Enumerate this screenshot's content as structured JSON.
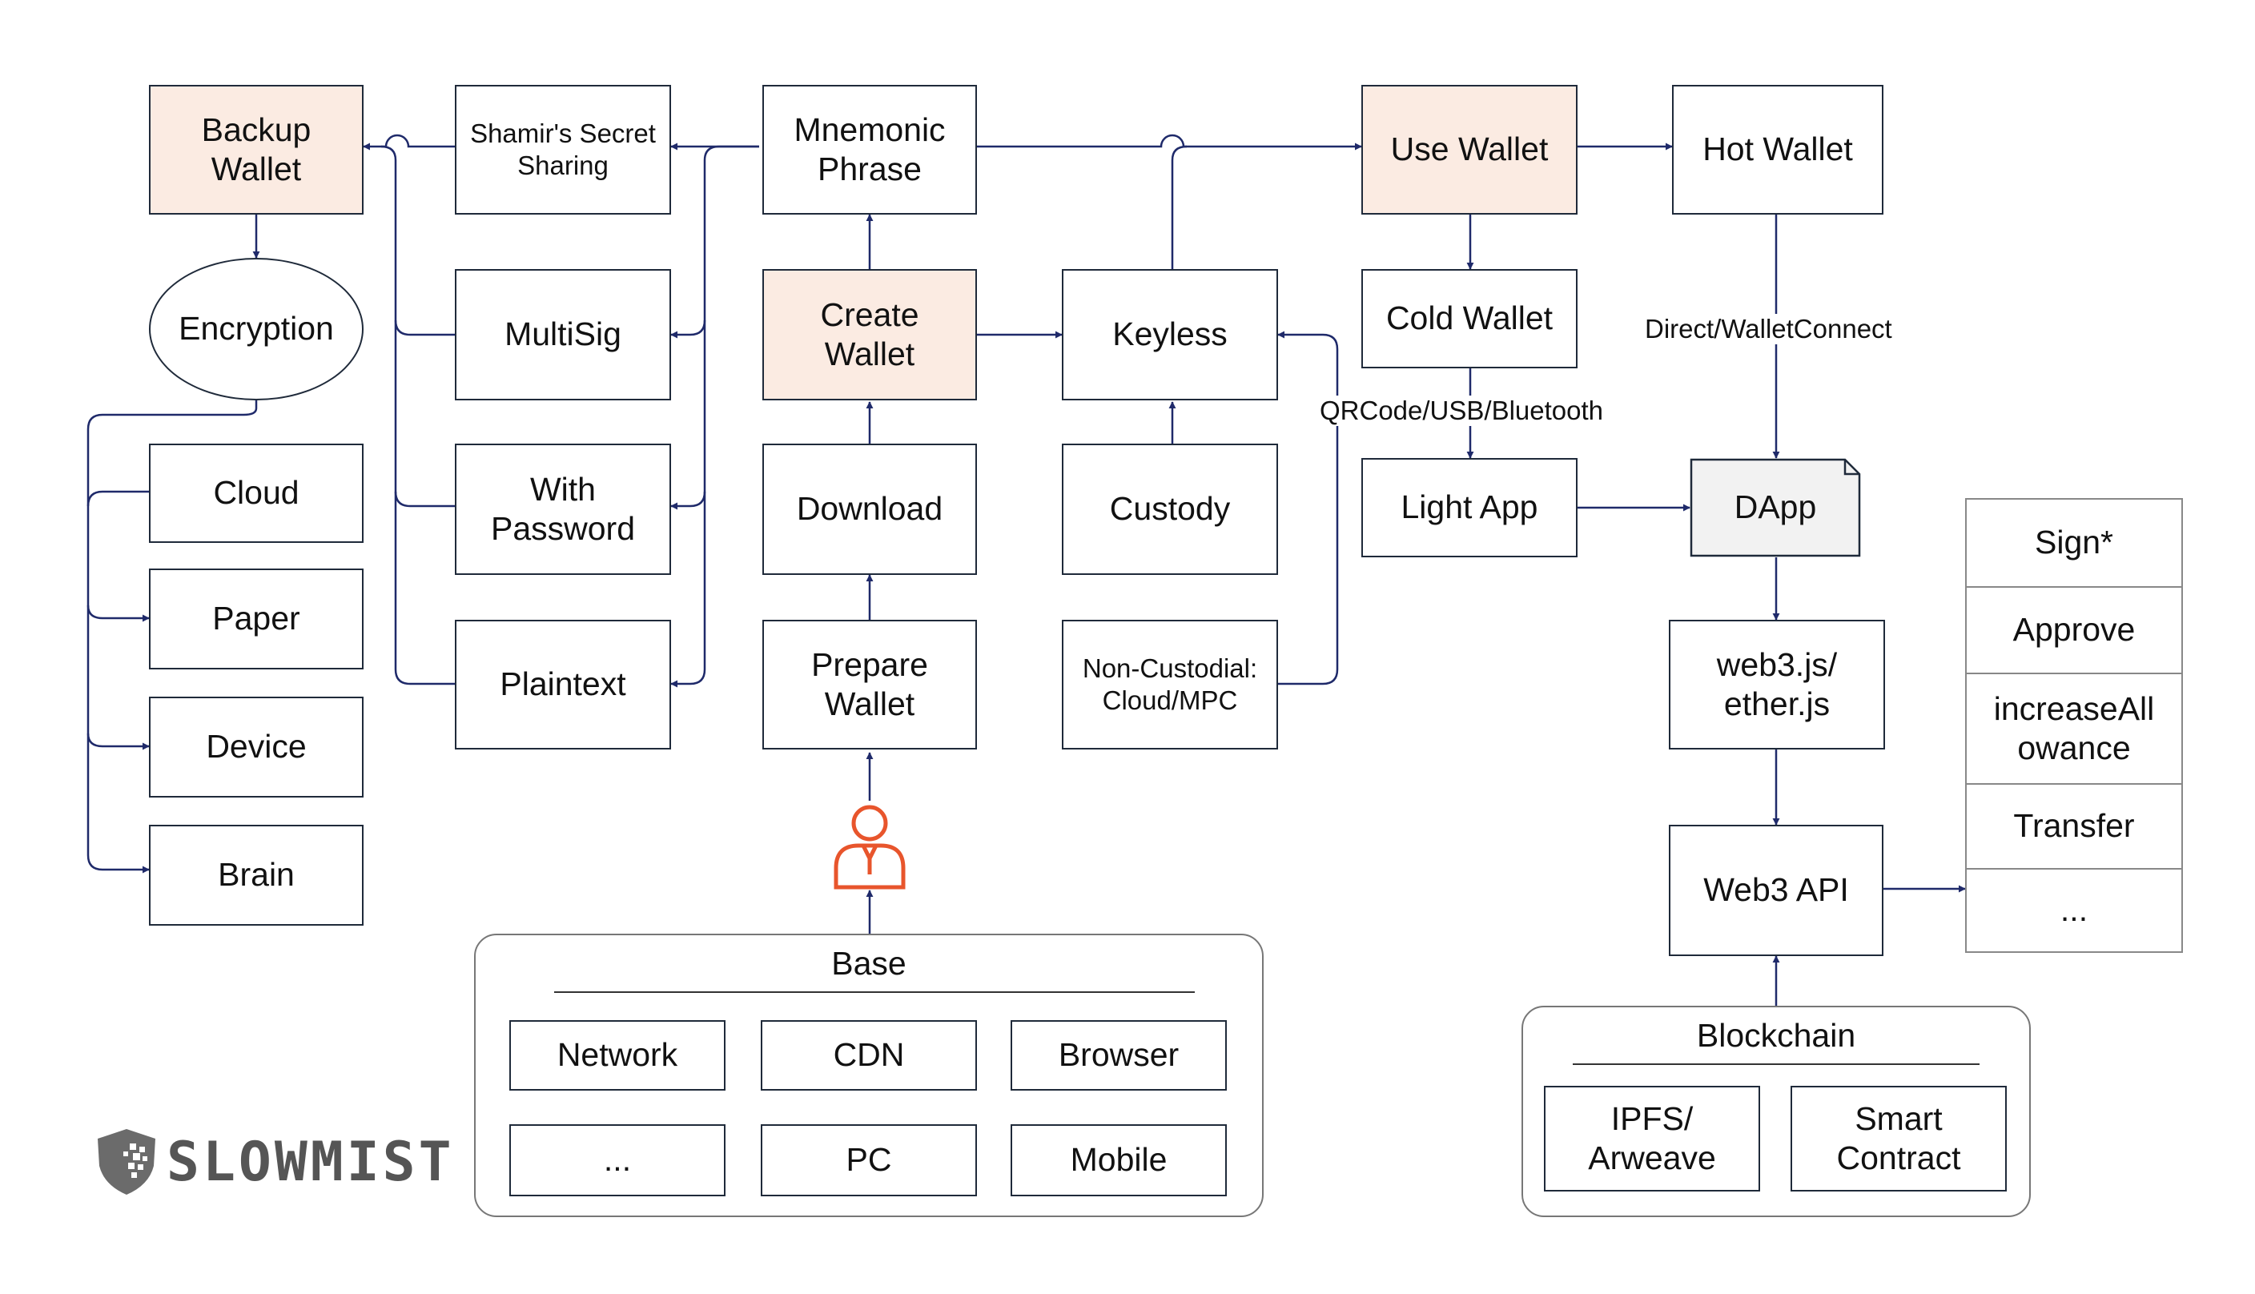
{
  "nodes": {
    "backup_wallet": "Backup\nWallet",
    "encryption": "Encryption",
    "cloud": "Cloud",
    "paper": "Paper",
    "device": "Device",
    "brain": "Brain",
    "shamir": "Shamir's Secret\nSharing",
    "multisig": "MultiSig",
    "with_password": "With\nPassword",
    "plaintext": "Plaintext",
    "mnemonic": "Mnemonic\nPhrase",
    "create_wallet": "Create\nWallet",
    "download": "Download",
    "prepare_wallet": "Prepare\nWallet",
    "keyless": "Keyless",
    "custody": "Custody",
    "non_custodial": "Non-Custodial:\nCloud/MPC",
    "use_wallet": "Use Wallet",
    "cold_wallet": "Cold Wallet",
    "light_app": "Light App",
    "hot_wallet": "Hot Wallet",
    "dapp": "DApp",
    "web3js": "web3.js/\nether.js",
    "web3api": "Web3 API"
  },
  "edge_labels": {
    "qrcode": "QRCode/USB/Bluetooth",
    "walletconnect": "Direct/WalletConnect"
  },
  "base": {
    "title": "Base",
    "items": [
      "Network",
      "CDN",
      "Browser",
      "...",
      "PC",
      "Mobile"
    ]
  },
  "blockchain": {
    "title": "Blockchain",
    "items": [
      "IPFS/\nArweave",
      "Smart\nContract"
    ]
  },
  "actions": [
    "Sign*",
    "Approve",
    "increaseAll\nowance",
    "Transfer",
    "..."
  ],
  "logo": {
    "text": "SLOWMIST"
  },
  "colors": {
    "highlight": "#fbebe2",
    "edge": "#1f2a6a",
    "user_icon": "#e8552c",
    "dapp_fill": "#f2f2f2"
  }
}
